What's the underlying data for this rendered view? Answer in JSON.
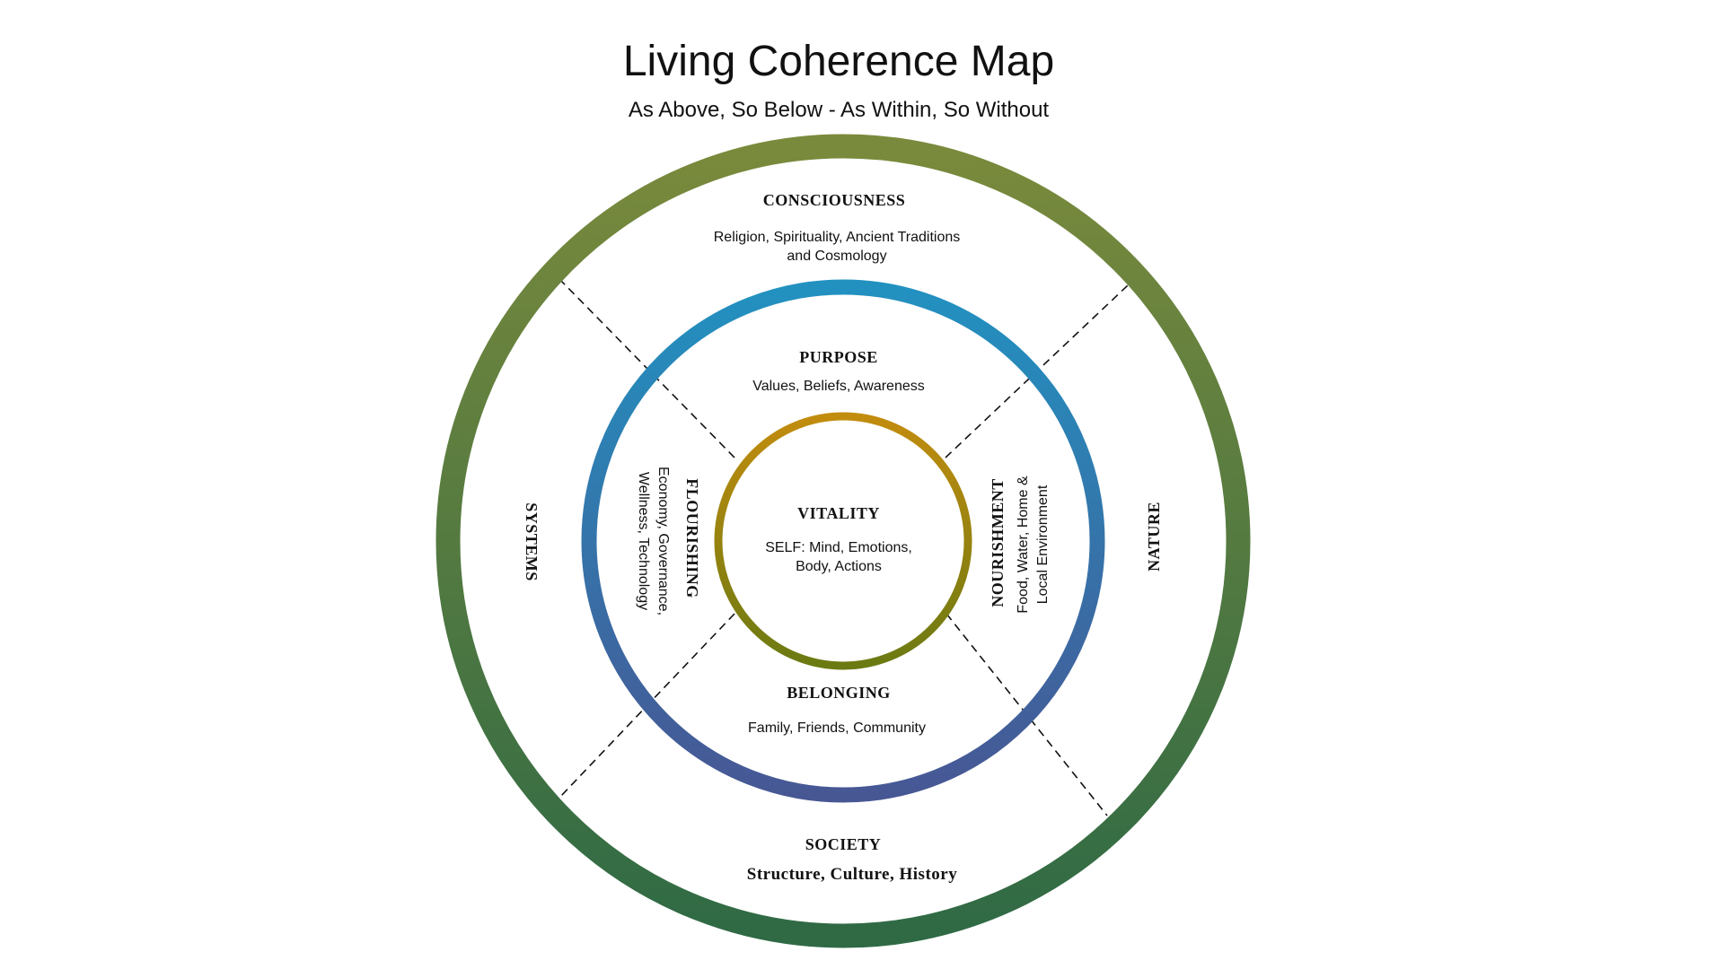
{
  "title": "Living Coherence Map",
  "subtitle": "As Above, So Below - As Within, So Without",
  "colors": {
    "outer_ring_top": "#7a8a3c",
    "outer_ring_bottom": "#2f6a45",
    "middle_ring_top": "#2291c0",
    "middle_ring_bottom": "#475794",
    "inner_ring_top": "#c28c0e",
    "inner_ring_bottom": "#6b7a12",
    "divider": "#111111"
  },
  "outer": {
    "consciousness": {
      "label": "CONSCIOUSNESS",
      "line1": "Religion, Spirituality, Ancient Traditions",
      "line2": "and Cosmology"
    },
    "systems": {
      "label": "SYSTEMS"
    },
    "nature": {
      "label": "NATURE"
    },
    "society": {
      "label": "SOCIETY",
      "desc": "Structure, Culture, History"
    }
  },
  "middle": {
    "purpose": {
      "label": "PURPOSE",
      "desc": "Values, Beliefs, Awareness"
    },
    "flourishing": {
      "label": "FLOURISHING",
      "line1": "Economy, Governance,",
      "line2": "Wellness, Technology"
    },
    "nourishment": {
      "label": "NOURISHMENT",
      "line1": "Food, Water, Home &",
      "line2": "Local Environment"
    },
    "belonging": {
      "label": "BELONGING",
      "desc": "Family, Friends, Community"
    }
  },
  "center": {
    "label": "VITALITY",
    "line1": "SELF: Mind, Emotions,",
    "line2": "Body, Actions"
  }
}
